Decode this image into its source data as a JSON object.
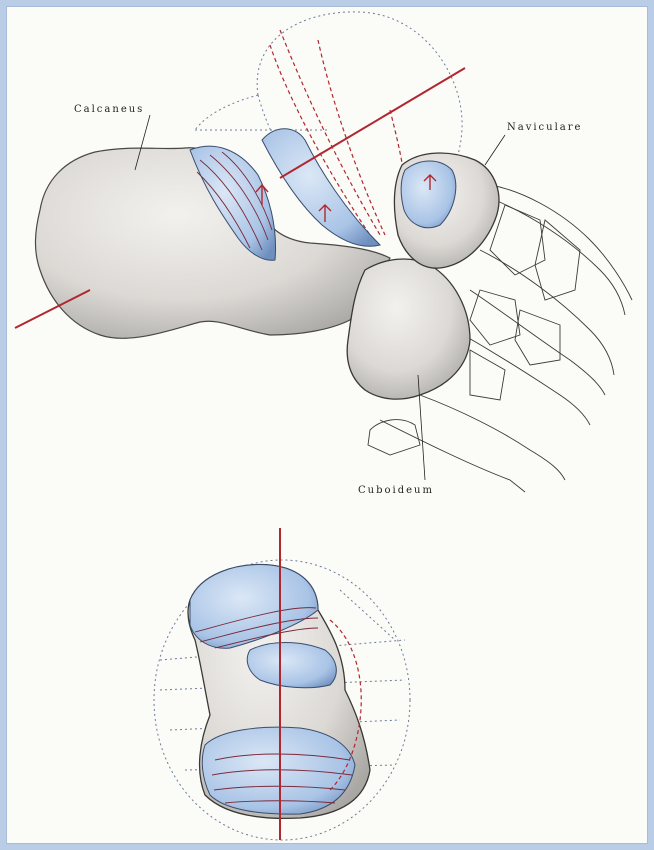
{
  "figure": {
    "labels": {
      "calcaneus": "Calcaneus",
      "naviculare": "Naviculare",
      "cuboideum": "Cuboideum"
    },
    "colors": {
      "background_frame": "#b9cde6",
      "bone": "#e6e3df",
      "bone_shadow": "#a9a7a4",
      "articular_surface": "#a9c4e6",
      "axis_line": "#b0282f",
      "dashed_guides": "#6c7b9a"
    }
  }
}
